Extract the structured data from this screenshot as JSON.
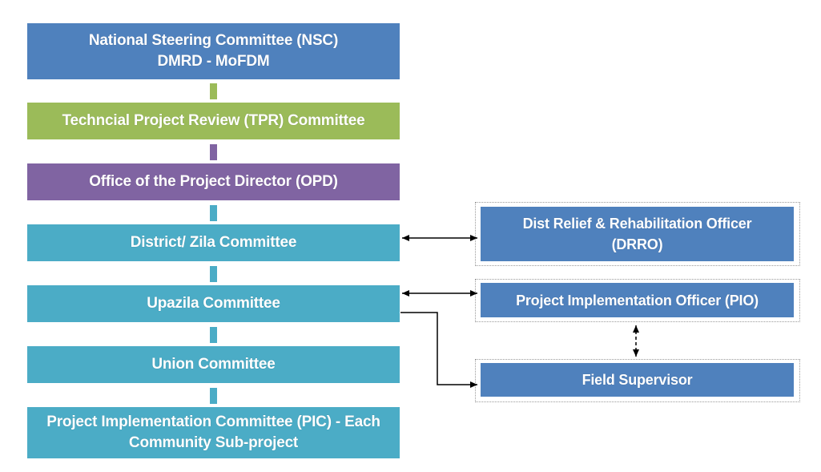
{
  "colors": {
    "blue": "#4f81bd",
    "green": "#9bbb59",
    "purple": "#8064a2",
    "teal": "#4bacc6",
    "text": "#ffffff",
    "arrow": "#000000"
  },
  "hierarchy": [
    {
      "id": "nsc",
      "lines": [
        "National Steering Committee (NSC)",
        "DMRD - MoFDM"
      ],
      "color": "blue"
    },
    {
      "id": "tpr",
      "lines": [
        "Techncial Project Review  (TPR) Committee"
      ],
      "color": "green"
    },
    {
      "id": "opd",
      "lines": [
        "Office of the Project Director (OPD)"
      ],
      "color": "purple"
    },
    {
      "id": "district",
      "lines": [
        "District/ Zila Committee"
      ],
      "color": "teal"
    },
    {
      "id": "upazila",
      "lines": [
        "Upazila Committee"
      ],
      "color": "teal"
    },
    {
      "id": "union",
      "lines": [
        "Union Committee"
      ],
      "color": "teal"
    },
    {
      "id": "pic",
      "lines": [
        "Project Implementation Committee (PIC) - Each",
        "Community Sub-project"
      ],
      "color": "teal"
    }
  ],
  "officers": [
    {
      "id": "drro",
      "lines": [
        "Dist Relief & Rehabilitation Officer",
        "(DRRO)"
      ],
      "color": "blue"
    },
    {
      "id": "pio",
      "lines": [
        "Project Implementation Officer (PIO)"
      ],
      "color": "blue"
    },
    {
      "id": "field",
      "lines": [
        "Field Supervisor"
      ],
      "color": "blue"
    }
  ],
  "links": [
    {
      "from": "district",
      "to": "drro",
      "style": "double-arrow"
    },
    {
      "from": "upazila",
      "to": "pio",
      "style": "double-arrow"
    },
    {
      "from": "upazila",
      "to": "field",
      "style": "elbow-arrow"
    },
    {
      "from": "pio",
      "to": "field",
      "style": "dashed-double-arrow"
    }
  ]
}
